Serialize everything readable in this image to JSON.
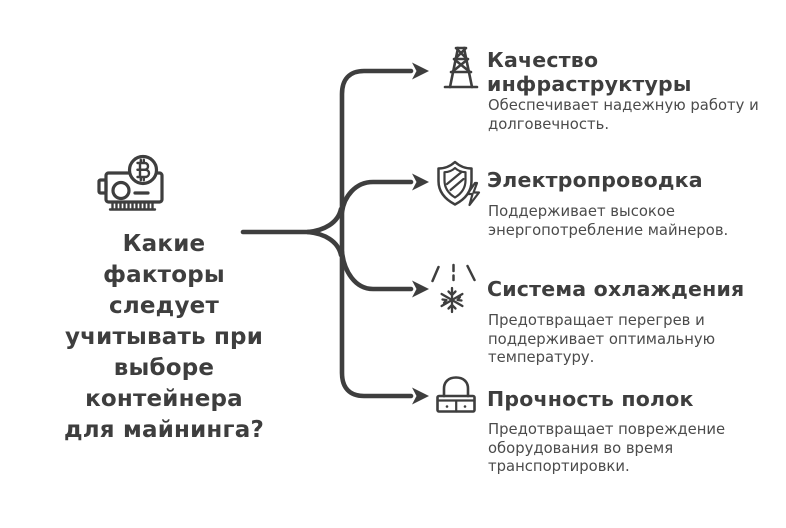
{
  "colors": {
    "ink": "#3e3e3e",
    "desc": "#4b4b4b",
    "background": "#ffffff"
  },
  "question": {
    "text": "Какие\nфакторы\nследует\nучитывать при\nвыборе\nконтейнера\nдля майнинга?",
    "icon": "gpu-bitcoin"
  },
  "items": [
    {
      "icon": "power-tower",
      "title": "Качество\nинфраструктуры",
      "description": "Обеспечивает надежную работу и\nдолговечность."
    },
    {
      "icon": "shield-lightning",
      "title": "Электропроводка",
      "description": "Поддерживает высокое\nэнергопотребление майнеров."
    },
    {
      "icon": "snowflake-cooling",
      "title": "Система охлаждения",
      "description": "Предотвращает перегрев и\nподдерживает оптимальную\nтемпературу."
    },
    {
      "icon": "lock-strength",
      "title": "Прочность полок",
      "description": "Предотвращает повреждение\nоборудования во время\nтранспортировки."
    }
  ]
}
